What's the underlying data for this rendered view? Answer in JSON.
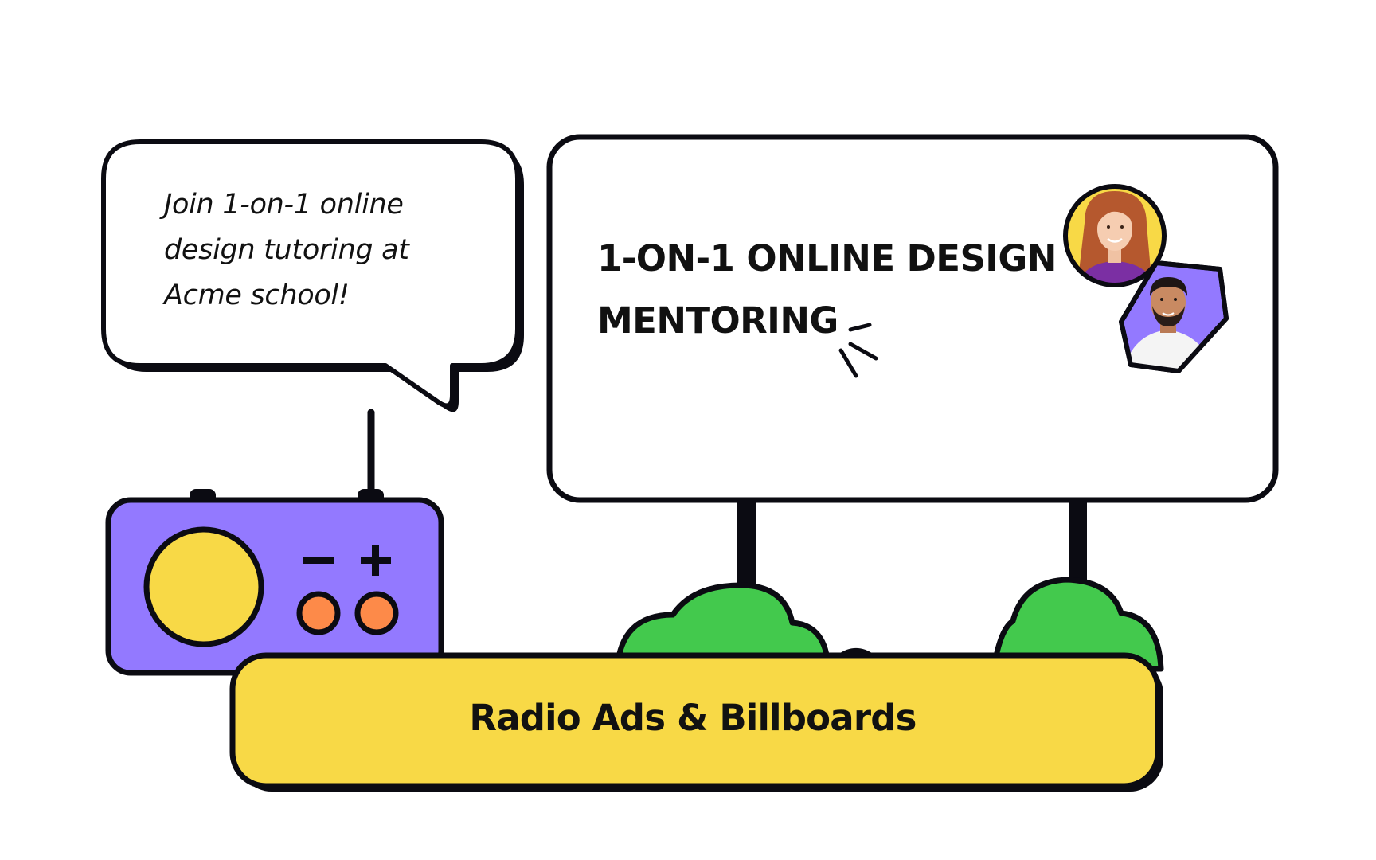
{
  "speech_bubble": {
    "text": "Join 1-on-1 online design tutoring at Acme school!"
  },
  "billboard": {
    "headline": "1-ON-1 ONLINE DESIGN MENTORING"
  },
  "banner": {
    "title": "Radio Ads & Billboards"
  },
  "icons": {
    "radio": "radio-icon",
    "volume_down": "minus-icon",
    "volume_up": "plus-icon",
    "sparkle": "sparkle-lines-icon",
    "bush": "bush-icon"
  },
  "colors": {
    "outline": "#0b0b12",
    "radio_body": "#9379ff",
    "speaker": "#f8d946",
    "knobs": "#fd8a49",
    "bush": "#43c94d",
    "banner": "#f8d946",
    "avatar_woman_bg": "#f8d946",
    "avatar_man_bg": "#9379ff",
    "background": "#ffffff"
  }
}
